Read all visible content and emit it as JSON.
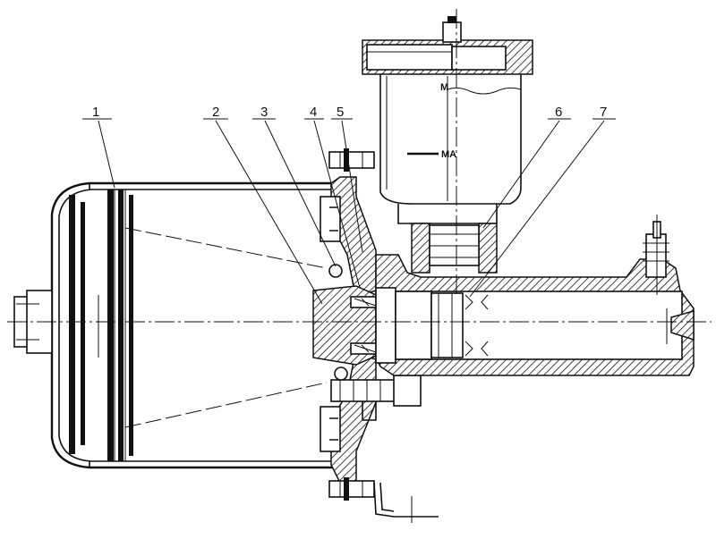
{
  "part_labels": [
    {
      "id": "1",
      "text": "1"
    },
    {
      "id": "2",
      "text": "2"
    },
    {
      "id": "3",
      "text": "3"
    },
    {
      "id": "4",
      "text": "4"
    },
    {
      "id": "5",
      "text": "5"
    },
    {
      "id": "6",
      "text": "6"
    },
    {
      "id": "7",
      "text": "7"
    }
  ],
  "reservoir": {
    "max_mark": "M",
    "min_mark": "MA"
  }
}
